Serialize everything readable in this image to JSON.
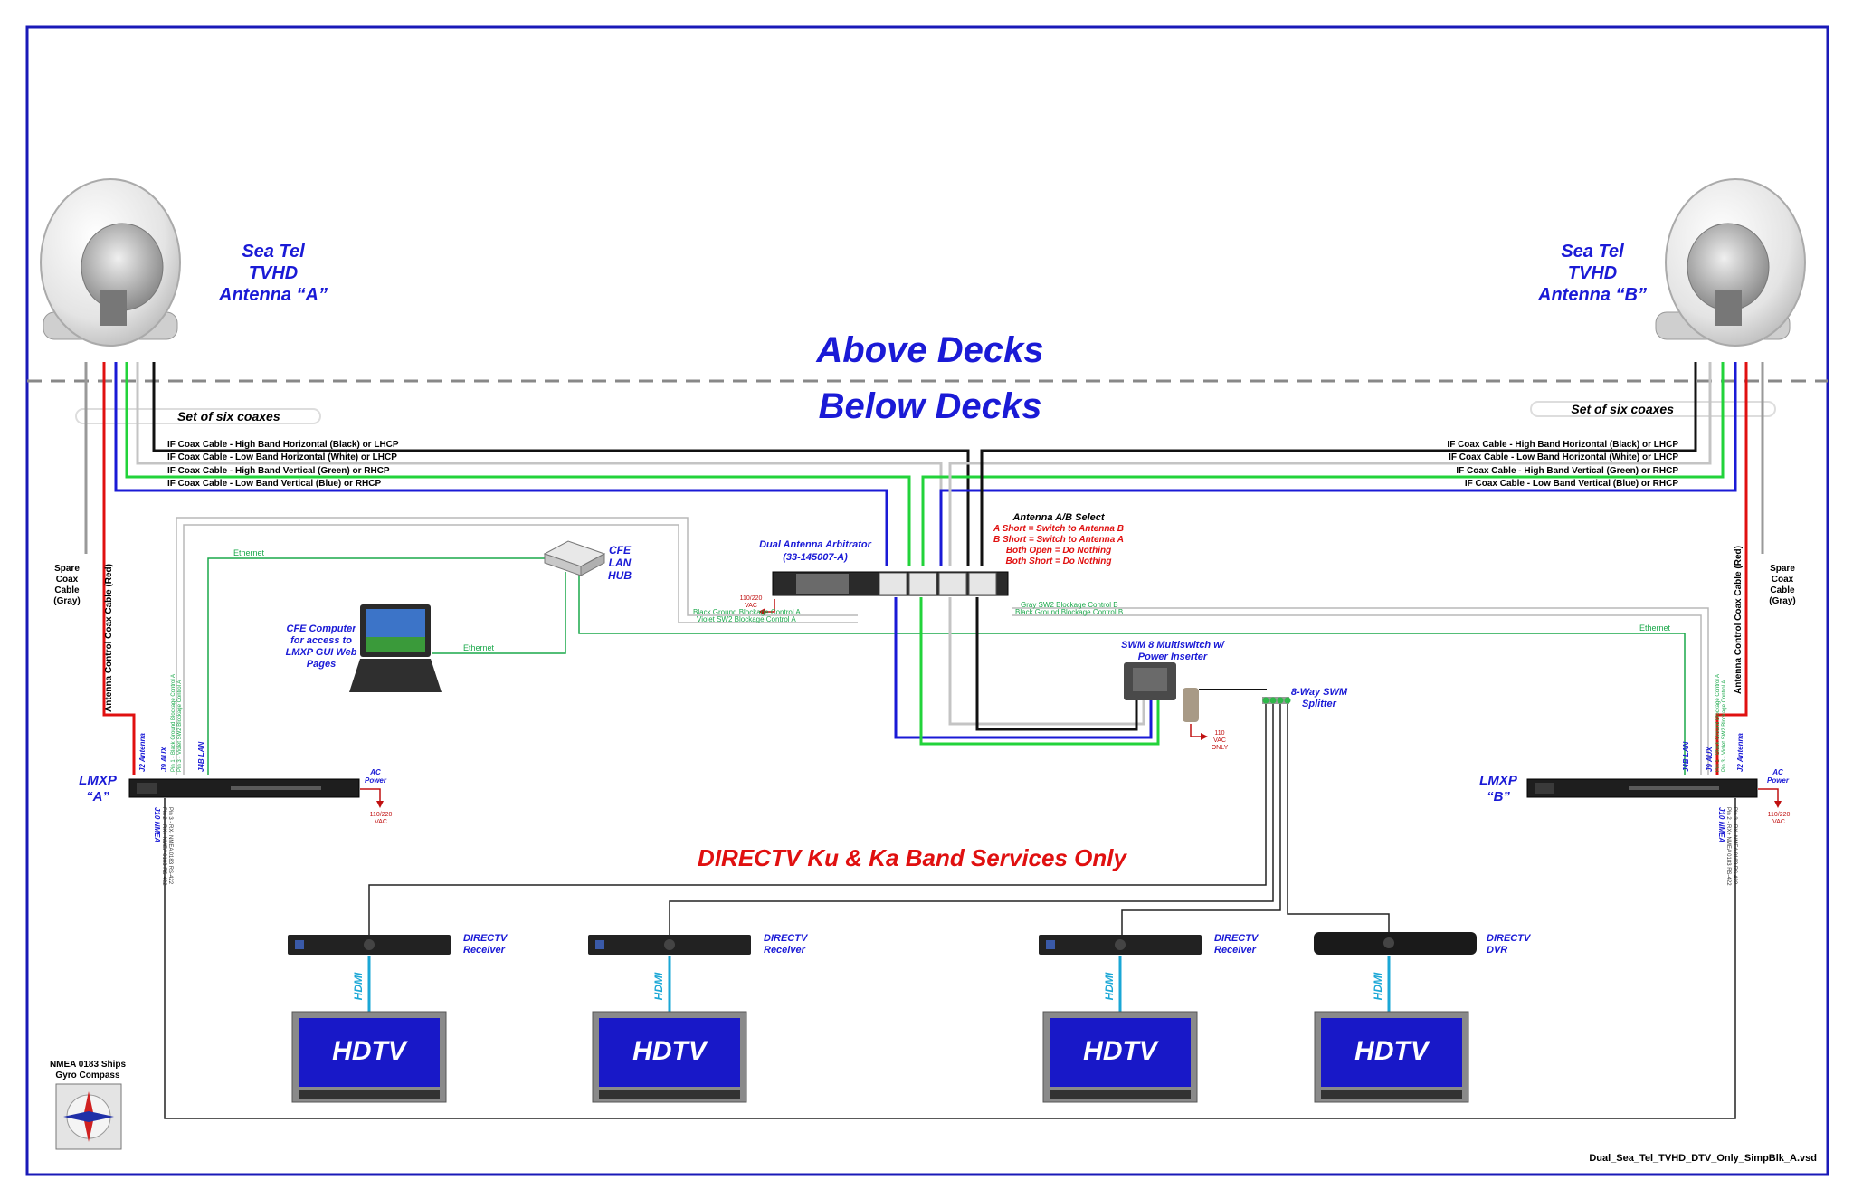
{
  "sections": {
    "above": "Above Decks",
    "below": "Below Decks"
  },
  "antenna_a": {
    "line1": "Sea Tel",
    "line2": "TVHD",
    "line3": "Antenna “A”"
  },
  "antenna_b": {
    "line1": "Sea Tel",
    "line2": "TVHD",
    "line3": "Antenna “B”"
  },
  "coax_set_label": "Set of six coaxes",
  "coax_lines": [
    "IF Coax Cable  -  High Band Horizontal (Black) or LHCP",
    "IF Coax Cable  -  Low Band Horizontal (White) or LHCP",
    "IF Coax Cable  -  High Band Vertical (Green) or RHCP",
    "IF Coax Cable  -  Low Band Vertical (Blue) or RHCP"
  ],
  "spare_coax": {
    "l1": "Spare",
    "l2": "Coax",
    "l3": "Cable",
    "l4": "(Gray)"
  },
  "control_cable": "Antenna Control Coax Cable (Red)",
  "arbitrator": {
    "line1": "Dual Antenna Arbitrator",
    "line2": "(33-145007-A)",
    "power1": "110/220",
    "power2": "VAC"
  },
  "ab_select": {
    "title": "Antenna A/B Select",
    "lines": [
      "A Short = Switch to Antenna B",
      "B Short = Switch to Antenna A",
      "Both Open = Do Nothing",
      "Both Short = Do Nothing"
    ]
  },
  "hub": {
    "l1": "CFE",
    "l2": "LAN",
    "l3": "HUB"
  },
  "computer": {
    "l1": "CFE Computer",
    "l2": "for access to",
    "l3": "LMXP GUI Web",
    "l4": "Pages"
  },
  "ethernet_label": "Ethernet",
  "blockage_a": {
    "l1": "Black   Ground Blockage Control A",
    "l2": "Violet   SW2 Blockage Control A"
  },
  "blockage_b": {
    "l1": "Gray   SW2 Blockage Control B",
    "l2": "Black   Ground Blockage Control B"
  },
  "swm": {
    "l1": "SWM 8 Multiswitch w/",
    "l2": "Power Inserter",
    "p1": "110",
    "p2": "VAC",
    "p3": "ONLY"
  },
  "splitter": {
    "l1": "8-Way SWM",
    "l2": "Splitter"
  },
  "lmxp_a": {
    "l1": "LMXP",
    "l2": "“A”"
  },
  "lmxp_b": {
    "l1": "LMXP",
    "l2": "“B”"
  },
  "ports": {
    "j2": "J2 Antenna",
    "j9": "J9 AUX",
    "j4b": "J4B  LAN",
    "j10": "J10 NMEA",
    "j9_sub1": "Pin 1 - Black  Ground Blockage Control A",
    "j9_sub2": "Pin 3 - Violet  SW2 Blockage Control A",
    "j10_sub1": "Pin 2 - RX+   NMEA 0183 RS-422",
    "j10_sub2": "Pin 3 - RX-   NMEA 0183 RS-422"
  },
  "ac_power": {
    "l1": "AC",
    "l2": "Power",
    "v1": "110/220",
    "v2": "VAC"
  },
  "services_label": "DIRECTV Ku & Ka Band Services Only",
  "receivers": [
    {
      "l1": "DIRECTV",
      "l2": "Receiver"
    },
    {
      "l1": "DIRECTV",
      "l2": "Receiver"
    },
    {
      "l1": "DIRECTV",
      "l2": "Receiver"
    },
    {
      "l1": "DIRECTV",
      "l2": "DVR"
    }
  ],
  "hdmi": "HDMI",
  "tv_label": "HDTV",
  "gyro": {
    "l1": "NMEA 0183 Ships",
    "l2": "Gyro Compass"
  },
  "filename": "Dual_Sea_Tel_TVHD_DTV_Only_SimpBlk_A.vsd",
  "colors": {
    "title_blue": "#1a1ad6",
    "red": "#e01010",
    "green": "#22d33a",
    "blue": "#1a1ad6",
    "gray": "#b8b8b8",
    "ethernet": "#1aa84a",
    "tv_blue": "#1818c8",
    "hdmi": "#1aa7d6"
  }
}
